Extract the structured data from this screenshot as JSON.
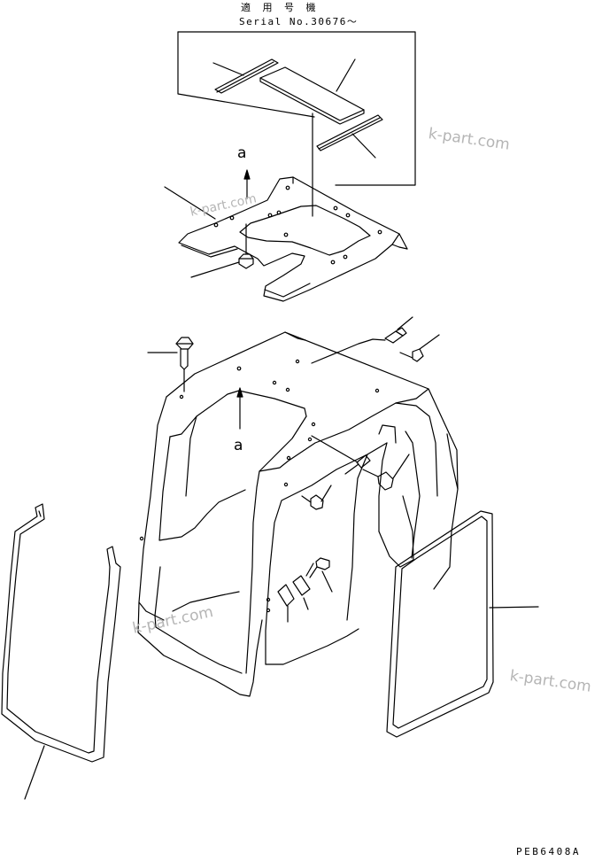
{
  "header": {
    "applicable_models": "適 用 号 機",
    "serial_number": "Serial No.30676～"
  },
  "view_marks": {
    "top": "a",
    "middle": "a"
  },
  "figure_number": "PEB6408A",
  "watermarks": [
    "k-part.com",
    "k-part.com",
    "k-part.com",
    "k-part.com"
  ],
  "colors": {
    "line": "#000000",
    "watermark": "#b5b5b5"
  }
}
